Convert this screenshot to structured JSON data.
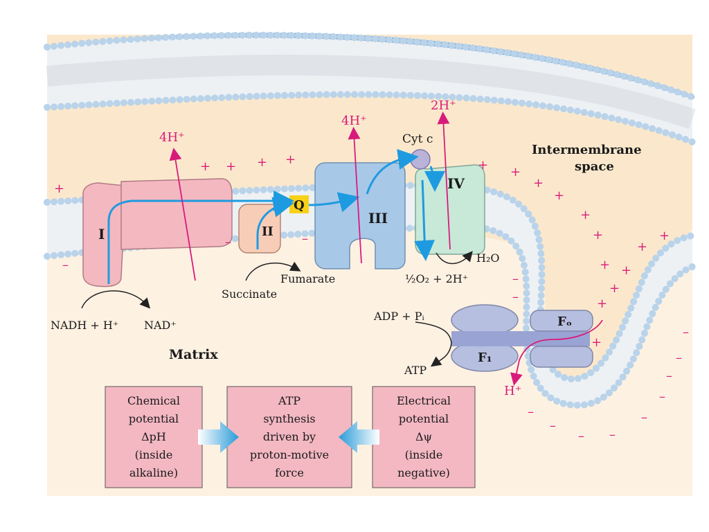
{
  "colors": {
    "background": "#fbe8cc",
    "membrane_fill": "#eef1f4",
    "bead": "#b9d3ea",
    "proton_arrow": "#d81b7a",
    "electron_path": "#1e9be0",
    "complex_I": "#f4b8c0",
    "complex_II": "#f8cdb8",
    "complex_III": "#a8c8e8",
    "complex_IV": "#c8e8d8",
    "cyt_c": "#b9b3d9",
    "quinone": "#f7d117",
    "atp_synthase": "#b7bfe0",
    "box_fill": "#f3b8c2"
  },
  "labels": {
    "intermembrane_line1": "Intermembrane",
    "intermembrane_line2": "space",
    "matrix": "Matrix",
    "complex_I": "I",
    "complex_II": "II",
    "complex_III": "III",
    "complex_IV": "IV",
    "quinone": "Q",
    "cyt_c": "Cyt c",
    "succinate": "Succinate",
    "fumarate": "Fumarate",
    "nadh": "NADH + H⁺",
    "nad": "NAD⁺",
    "h2o": "H₂O",
    "oxygen_eq": "½O₂ + 2H⁺",
    "adp": "ADP + Pᵢ",
    "atp": "ATP",
    "fo": "Fₒ",
    "f1": "F₁",
    "proton_4h_1": "4H⁺",
    "proton_4h_2": "4H⁺",
    "proton_2h": "2H⁺",
    "proton_h_return": "H⁺"
  },
  "boxes": {
    "chemical": [
      "Chemical",
      "potential",
      "ΔpH",
      "(inside",
      "alkaline)"
    ],
    "atp_synthesis": [
      "ATP",
      "synthesis",
      "driven by",
      "proton-motive",
      "force"
    ],
    "electrical": [
      "Electrical",
      "potential",
      "Δψ",
      "(inside",
      "negative)"
    ]
  },
  "charges": {
    "plus": "+",
    "minus": "–"
  }
}
